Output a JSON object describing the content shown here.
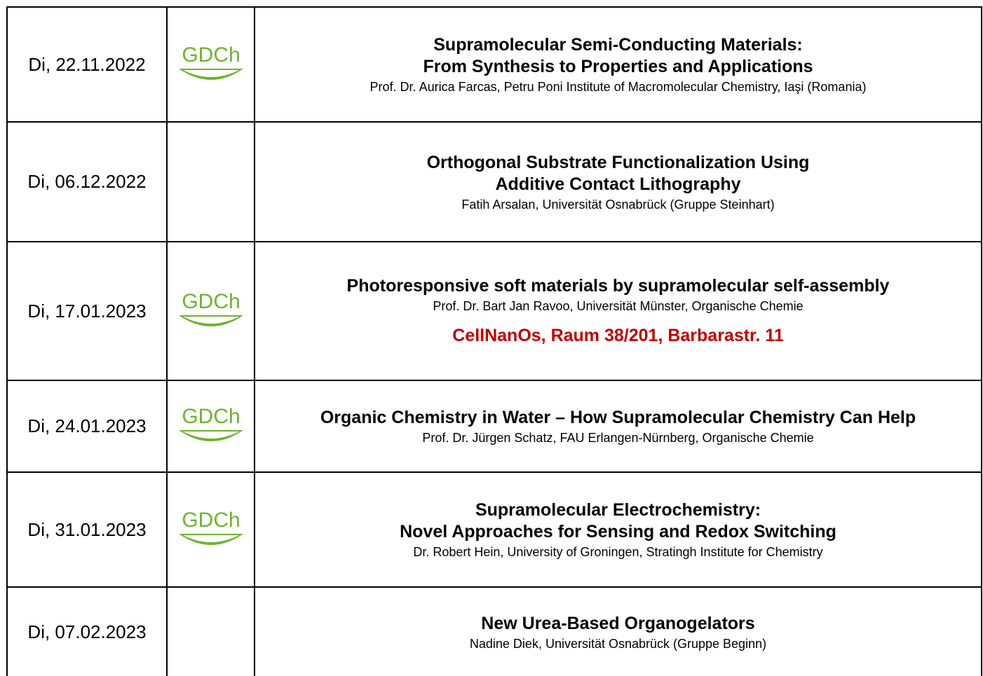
{
  "brand": {
    "logo_color": "#6cb52d",
    "location_color": "#c00000",
    "logo_text": "GDCh"
  },
  "talks": [
    {
      "date": "Di, 22.11.2022",
      "gdch": true,
      "title_line1": "Supramolecular Semi-Conducting Materials:",
      "title_line2": "From Synthesis to Properties and Applications",
      "speaker": "Prof. Dr. Aurica Farcas, Petru Poni Institute of Macromolecular Chemistry, Iaşi (Romania)"
    },
    {
      "date": "Di, 06.12.2022",
      "gdch": false,
      "title_line1": "Orthogonal Substrate Functionalization Using",
      "title_line2": "Additive Contact Lithography",
      "speaker": "Fatih Arsalan, Universität Osnabrück (Gruppe Steinhart)"
    },
    {
      "date": "Di, 17.01.2023",
      "gdch": true,
      "title_line1": "Photoresponsive soft materials by supramolecular self-assembly",
      "speaker": "Prof. Dr. Bart Jan Ravoo, Universität Münster, Organische Chemie",
      "location": "CellNanOs, Raum 38/201, Barbarastr. 11"
    },
    {
      "date": "Di, 24.01.2023",
      "gdch": true,
      "title_line1": "Organic Chemistry in Water – How Supramolecular Chemistry Can Help",
      "speaker": "Prof. Dr. Jürgen Schatz, FAU Erlangen-Nürnberg, Organische Chemie"
    },
    {
      "date": "Di, 31.01.2023",
      "gdch": true,
      "title_line1": "Supramolecular Electrochemistry:",
      "title_line2": "Novel Approaches for Sensing and Redox Switching",
      "speaker": "Dr. Robert Hein, University of Groningen, Stratingh Institute for Chemistry"
    },
    {
      "date": "Di, 07.02.2023",
      "gdch": false,
      "title_line1": "New Urea-Based Organogelators",
      "speaker": "Nadine Diek, Universität Osnabrück (Gruppe Beginn)"
    }
  ]
}
